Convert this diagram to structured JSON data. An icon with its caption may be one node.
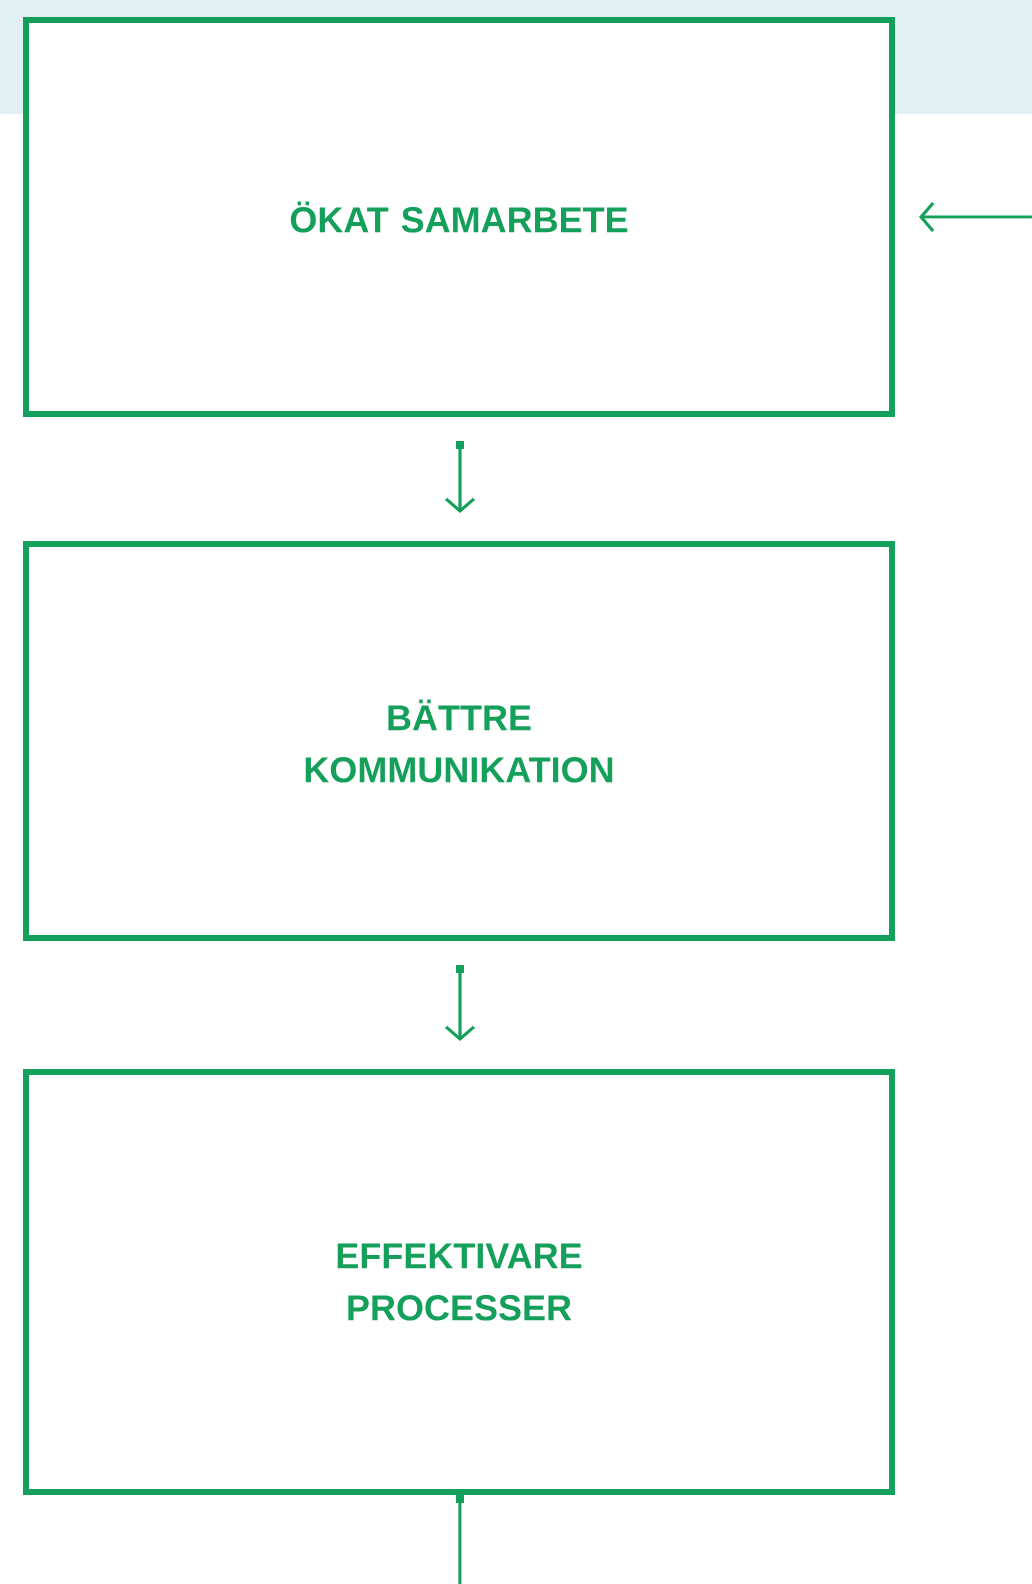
{
  "diagram": {
    "nodes": [
      {
        "text": [
          "ÖKAT SAMARBETE"
        ]
      },
      {
        "text": [
          "BÄTTRE KOMMUNIKATION"
        ]
      },
      {
        "text": [
          "EFFEKTIVARE PROCESSER"
        ]
      }
    ],
    "edges": [
      {
        "from": null,
        "to": 0,
        "arrow": "to"
      },
      {
        "from": 0,
        "to": 1,
        "arrow": "to"
      },
      {
        "from": 1,
        "to": 2,
        "arrow": "to"
      },
      {
        "from": 2,
        "to": null,
        "arrow": "other"
      }
    ]
  }
}
